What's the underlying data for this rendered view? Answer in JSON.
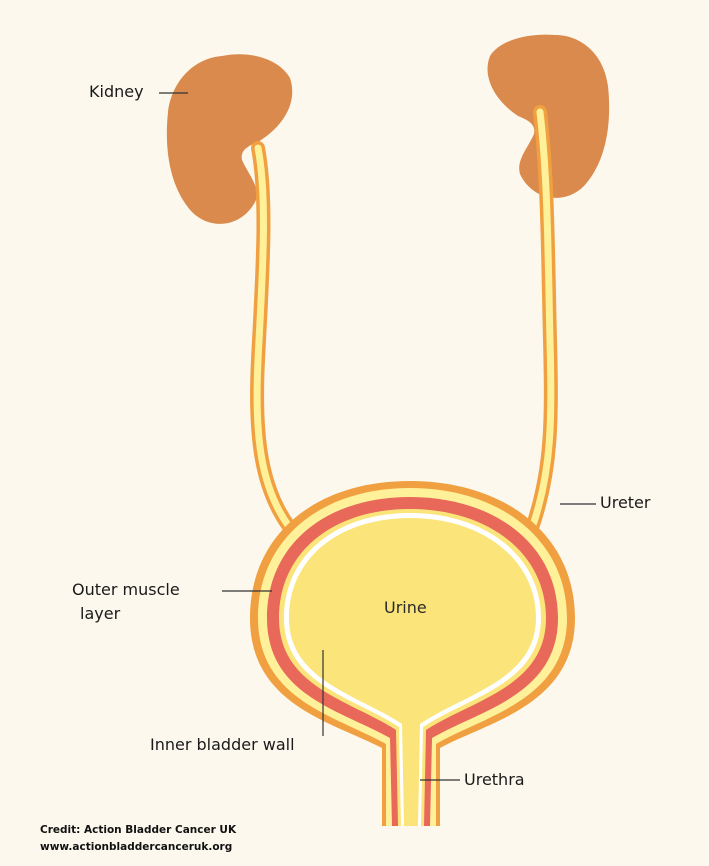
{
  "labels": {
    "kidney": "Kidney",
    "ureter": "Ureter",
    "outer_muscle_line1": "Outer muscle",
    "outer_muscle_line2": "layer",
    "urine": "Urine",
    "inner_wall": "Inner bladder wall",
    "urethra": "Urethra"
  },
  "credit": {
    "line1": "Credit: Action Bladder Cancer UK",
    "line2": "www.actionbladdercanceruk.org"
  },
  "colors": {
    "background": "#fcf8ed",
    "kidney": "#d98a4c",
    "tube_outer": "#f0a040",
    "tube_inner": "#fff09a",
    "muscle": "#e8685a",
    "lining": "#ffffff",
    "urine": "#fbe57a"
  }
}
